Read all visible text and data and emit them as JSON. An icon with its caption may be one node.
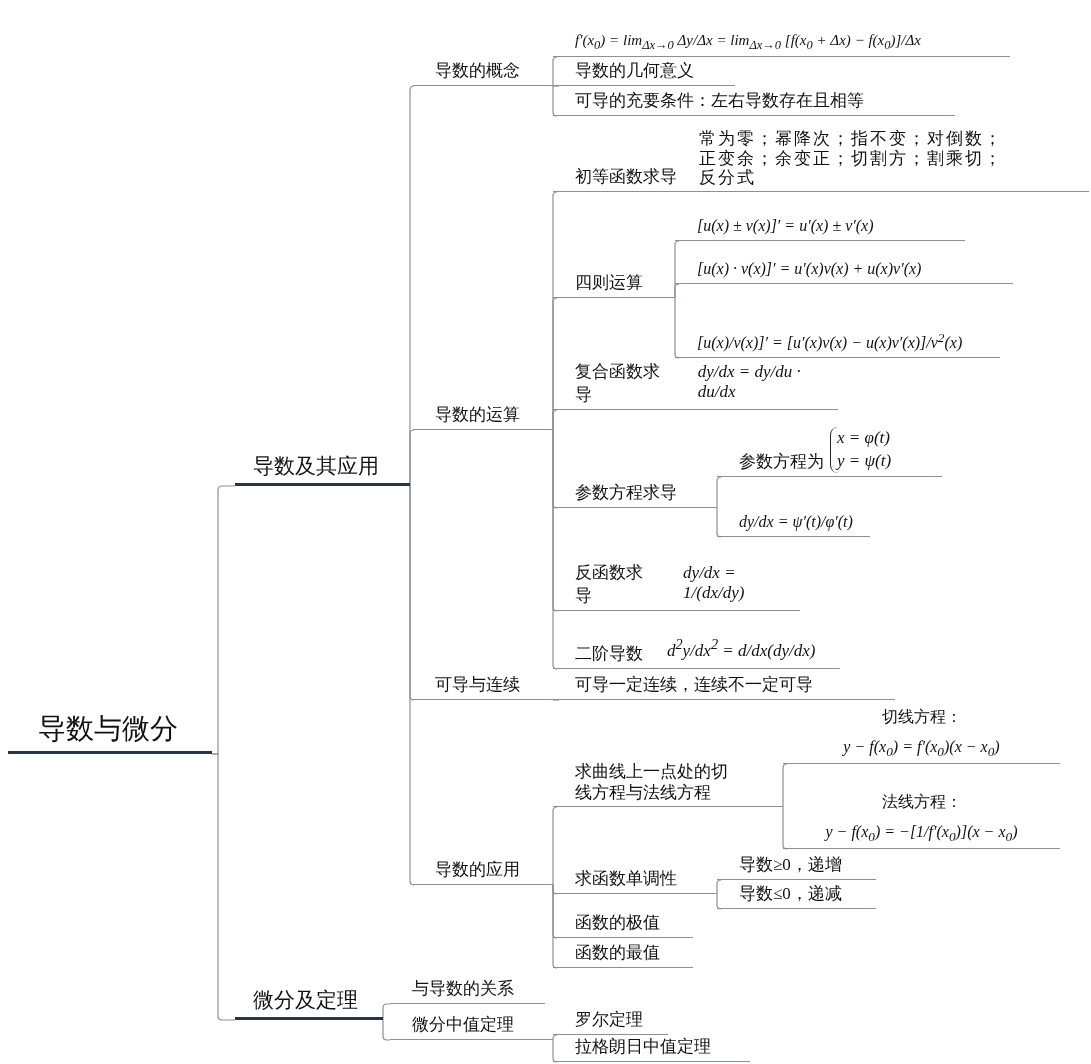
{
  "diagram": {
    "nodes": [
      {
        "text": [
          "导数与微分"
        ]
      },
      {
        "text": [
          "导数及其应用"
        ]
      },
      {
        "text": [
          "微分及定理"
        ]
      },
      {
        "text": [
          "导数的概念"
        ]
      },
      {
        "text": [
          "f′(x$_{0}$) = lim$_{Δx→0}$ Δy/Δx = lim$_{Δx→0}$ [f(x$_{0}$ + Δx) − f(x$_{0}$)]/Δx"
        ]
      },
      {
        "text": [
          "导数的几何意义"
        ]
      },
      {
        "text": [
          "可导的充要条件：左右导数存在且相等"
        ]
      },
      {
        "text": [
          "导数的运算"
        ]
      },
      {
        "text": [
          "初等函数求导",
          "常为零；幂降次；指不变；对倒数；正变余；余变正；切割方；割乘切；反分式"
        ]
      },
      {
        "text": [
          "四则运算"
        ]
      },
      {
        "text": [
          "[u(x) ± v(x)]′ = u′(x) ± v′(x)"
        ]
      },
      {
        "text": [
          "[u(x) · v(x)]′ = u′(x)v(x) + u(x)v′(x)"
        ]
      },
      {
        "text": [
          "[u(x)/v(x)]′ = [u′(x)v(x) − u(x)v′(x)]/v$^{2}$(x)"
        ]
      },
      {
        "text": [
          "复合函数求导",
          "dy/dx = dy/du · du/dx"
        ]
      },
      {
        "text": [
          "参数方程求导"
        ]
      },
      {
        "text": [
          "参数方程为",
          "x = φ(t)",
          "y = ψ(t)"
        ]
      },
      {
        "text": [
          "dy/dx = ψ′(t)/φ′(t)"
        ]
      },
      {
        "text": [
          "反函数求导",
          "dy/dx = 1/(dx/dy)"
        ]
      },
      {
        "text": [
          "二阶导数",
          "d$^{2}$y/dx$^{2}$ = d/dx(dy/dx)"
        ]
      },
      {
        "text": [
          "可导与连续"
        ]
      },
      {
        "text": [
          "可导一定连续，连续不一定可导"
        ]
      },
      {
        "text": [
          "导数的应用"
        ]
      },
      {
        "text": [
          "求曲线上一点处的切线方程与法线方程"
        ]
      },
      {
        "text": [
          "切线方程：",
          "y − f(x$_{0}$) = f′(x$_{0}$)(x − x$_{0}$)"
        ]
      },
      {
        "text": [
          "法线方程：",
          "y − f(x$_{0}$) = −[1/f′(x$_{0}$)](x − x$_{0}$)"
        ]
      },
      {
        "text": [
          "求函数单调性"
        ]
      },
      {
        "text": [
          "导数≥0，递增"
        ]
      },
      {
        "text": [
          "导数≤0，递减"
        ]
      },
      {
        "text": [
          "函数的极值"
        ]
      },
      {
        "text": [
          "函数的最值"
        ]
      },
      {
        "text": [
          "与导数的关系"
        ]
      },
      {
        "text": [
          "微分中值定理"
        ]
      },
      {
        "text": [
          "罗尔定理"
        ]
      },
      {
        "text": [
          "拉格朗日中值定理"
        ]
      }
    ],
    "edges": [
      {
        "from": 0,
        "to": 1,
        "arrow": "none"
      },
      {
        "from": 0,
        "to": 2,
        "arrow": "none"
      },
      {
        "from": 1,
        "to": 3,
        "arrow": "none"
      },
      {
        "from": 1,
        "to": 7,
        "arrow": "none"
      },
      {
        "from": 1,
        "to": 19,
        "arrow": "none"
      },
      {
        "from": 1,
        "to": 21,
        "arrow": "none"
      },
      {
        "from": 3,
        "to": 4,
        "arrow": "none"
      },
      {
        "from": 3,
        "to": 5,
        "arrow": "none"
      },
      {
        "from": 3,
        "to": 6,
        "arrow": "none"
      },
      {
        "from": 7,
        "to": 8,
        "arrow": "none"
      },
      {
        "from": 7,
        "to": 9,
        "arrow": "none"
      },
      {
        "from": 7,
        "to": 13,
        "arrow": "none"
      },
      {
        "from": 7,
        "to": 14,
        "arrow": "none"
      },
      {
        "from": 7,
        "to": 17,
        "arrow": "none"
      },
      {
        "from": 7,
        "to": 18,
        "arrow": "none"
      },
      {
        "from": 9,
        "to": 10,
        "arrow": "none"
      },
      {
        "from": 9,
        "to": 11,
        "arrow": "none"
      },
      {
        "from": 9,
        "to": 12,
        "arrow": "none"
      },
      {
        "from": 14,
        "to": 15,
        "arrow": "none"
      },
      {
        "from": 14,
        "to": 16,
        "arrow": "none"
      },
      {
        "from": 19,
        "to": 20,
        "arrow": "none"
      },
      {
        "from": 21,
        "to": 22,
        "arrow": "none"
      },
      {
        "from": 21,
        "to": 25,
        "arrow": "none"
      },
      {
        "from": 21,
        "to": 28,
        "arrow": "none"
      },
      {
        "from": 21,
        "to": 29,
        "arrow": "none"
      },
      {
        "from": 22,
        "to": 23,
        "arrow": "none"
      },
      {
        "from": 22,
        "to": 24,
        "arrow": "none"
      },
      {
        "from": 25,
        "to": 26,
        "arrow": "none"
      },
      {
        "from": 25,
        "to": 27,
        "arrow": "none"
      },
      {
        "from": 2,
        "to": 30,
        "arrow": "none"
      },
      {
        "from": 2,
        "to": 31,
        "arrow": "none"
      },
      {
        "from": 31,
        "to": 32,
        "arrow": "none"
      },
      {
        "from": 31,
        "to": 33,
        "arrow": "none"
      }
    ]
  }
}
